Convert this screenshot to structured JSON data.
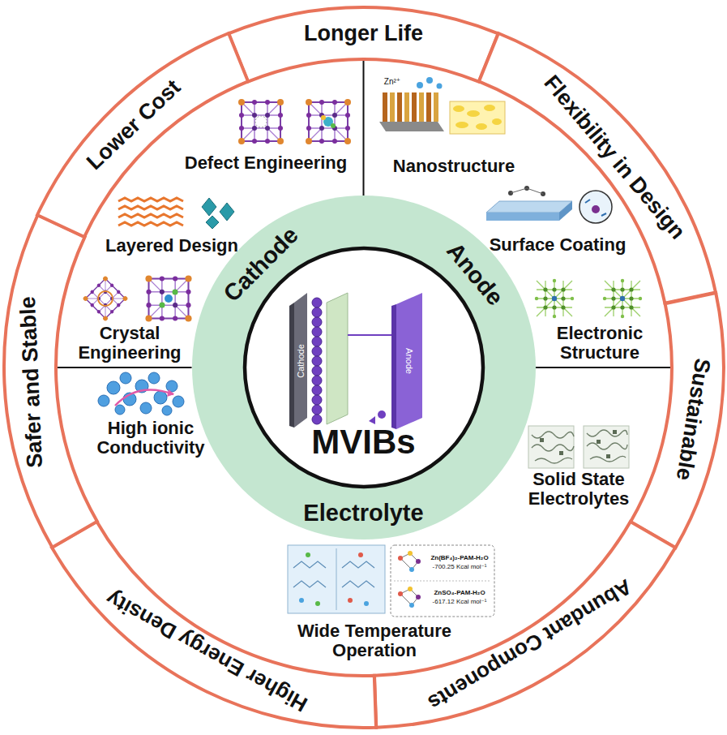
{
  "diagram": {
    "nodes": [
      {
        "text": [
          "Longer Life"
        ]
      },
      {
        "text": [
          "Flexibility in Design"
        ]
      },
      {
        "text": [
          "Sustainable"
        ]
      },
      {
        "text": [
          "Abundant Components"
        ]
      },
      {
        "text": [
          "Higher Energy Density"
        ]
      },
      {
        "text": [
          "Safer and Stable"
        ]
      },
      {
        "text": [
          "Lower Cost"
        ]
      },
      {
        "text": [
          "Cathode",
          "Anode",
          "Electrolyte"
        ]
      },
      {
        "text": [
          "MVIBs"
        ],
        "in": 7
      }
    ],
    "labels": [
      "Defect Engineering",
      "Layered Design",
      "Crystal Engineering",
      "Zn²⁺",
      "Nanostructure",
      "Surface Coating",
      "Electronic Structure",
      "High ionic Conductivity",
      "Solid State Electrolytes",
      "Zn(BF₄)₂-PAM-H₂O",
      "-700.25 Kcal mol⁻¹",
      "ZnSO₄-PAM-H₂O",
      "-617.12 Kcal mol⁻¹",
      "Wide Temperature Operation",
      "Cathode",
      "Anode"
    ]
  }
}
